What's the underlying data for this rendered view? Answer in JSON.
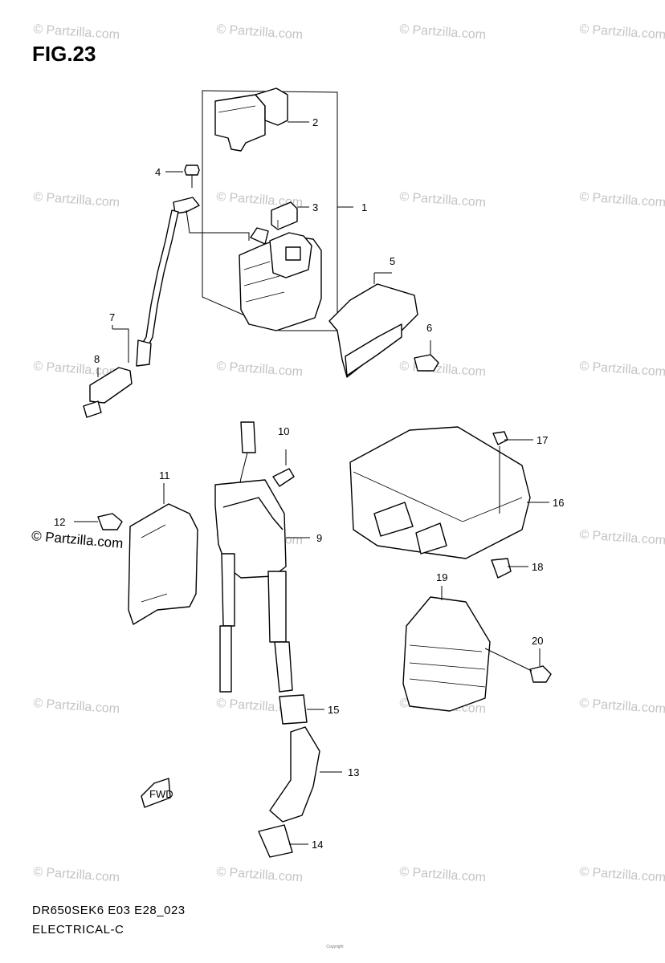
{
  "figure": {
    "title": "FIG.23",
    "model_code": "DR650SEK6 E03 E28_023",
    "section": "ELECTRICAL-C",
    "footer_copyright": "Copyright"
  },
  "watermark": {
    "main_text": "© Partzilla.com",
    "tile_text": "© Partzilla.com"
  },
  "callouts": {
    "c1": "1",
    "c2": "2",
    "c3": "3",
    "c4": "4",
    "c5": "5",
    "c6": "6",
    "c7": "7",
    "c8": "8",
    "c9": "9",
    "c10": "10",
    "c11": "11",
    "c12": "12",
    "c13": "13",
    "c14": "14",
    "c15": "15",
    "c16": "16",
    "c17": "17",
    "c18": "18",
    "c19": "19",
    "c20": "20"
  },
  "fwd_arrow_label": "FWD"
}
